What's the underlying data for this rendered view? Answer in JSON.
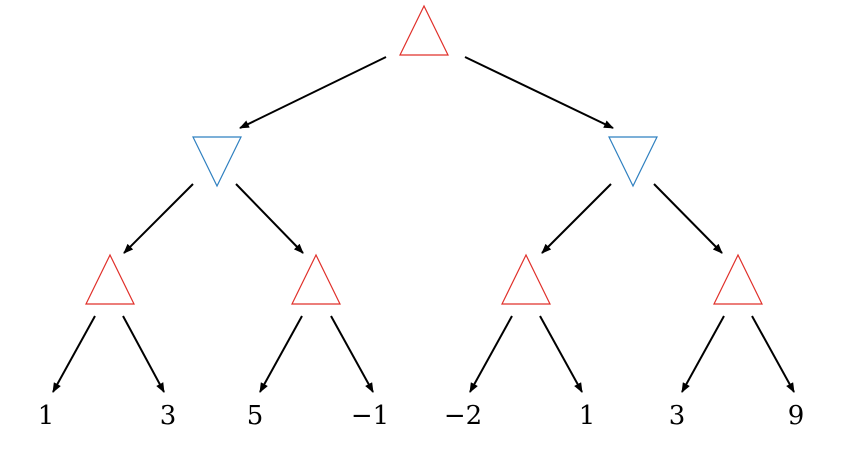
{
  "colors": {
    "max_node": "#e0302a",
    "min_node": "#2f80c0",
    "edge": "#000000",
    "background": "#ffffff"
  },
  "tree": {
    "root": {
      "type": "max",
      "children": [
        {
          "type": "min",
          "children": [
            {
              "type": "max",
              "leaves": [
                "1",
                "3"
              ]
            },
            {
              "type": "max",
              "leaves": [
                "5",
                "−1"
              ]
            }
          ]
        },
        {
          "type": "min",
          "children": [
            {
              "type": "max",
              "leaves": [
                "−2",
                "1"
              ]
            },
            {
              "type": "max",
              "leaves": [
                "3",
                "9"
              ]
            }
          ]
        }
      ]
    }
  }
}
